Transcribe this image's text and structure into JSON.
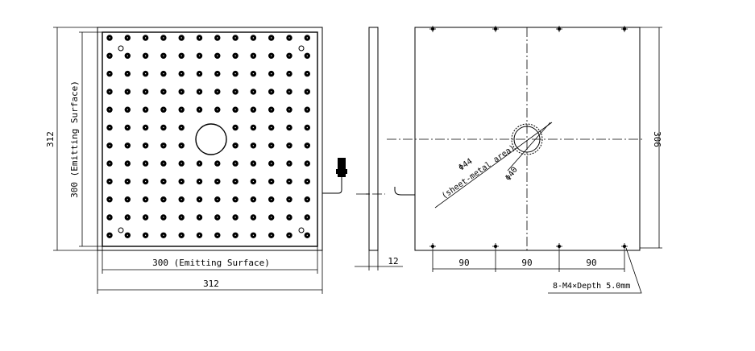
{
  "front_view": {
    "emitting_width_label": "300 (Emitting Surface)",
    "overall_width_label": "312",
    "emitting_height_label": "300 (Emitting Surface)",
    "overall_height_label": "312",
    "hole_rows": 12,
    "hole_cols": 12
  },
  "side_view": {
    "thickness_label": "12"
  },
  "back_view": {
    "height_label": "306",
    "spacing_labels": [
      "90",
      "90",
      "90"
    ],
    "center_hole_label": "Φ40",
    "sheet_metal_label": "Φ44",
    "sheet_metal_sub_label": "(sheet-metal area)",
    "screw_label": "8-M4×Depth 5.0mm"
  },
  "colors": {
    "line": "#000000",
    "background": "#ffffff"
  }
}
